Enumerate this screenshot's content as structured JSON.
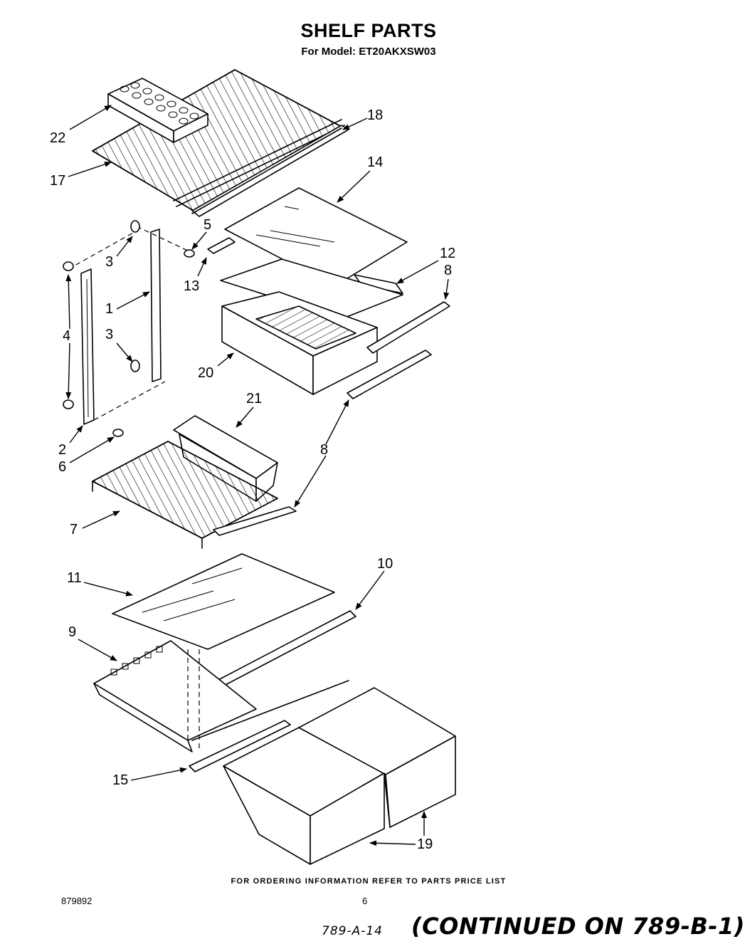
{
  "header": {
    "title": "SHELF PARTS",
    "subtitle": "For Model: ET20AKXSW03"
  },
  "callouts": [
    {
      "id": "22",
      "label": "22"
    },
    {
      "id": "17",
      "label": "17"
    },
    {
      "id": "18",
      "label": "18"
    },
    {
      "id": "14",
      "label": "14"
    },
    {
      "id": "5",
      "label": "5"
    },
    {
      "id": "3a",
      "label": "3"
    },
    {
      "id": "13",
      "label": "13"
    },
    {
      "id": "12",
      "label": "12"
    },
    {
      "id": "8a",
      "label": "8"
    },
    {
      "id": "1",
      "label": "1"
    },
    {
      "id": "4",
      "label": "4"
    },
    {
      "id": "3b",
      "label": "3"
    },
    {
      "id": "20",
      "label": "20"
    },
    {
      "id": "21",
      "label": "21"
    },
    {
      "id": "2",
      "label": "2"
    },
    {
      "id": "6",
      "label": "6"
    },
    {
      "id": "8b",
      "label": "8"
    },
    {
      "id": "7",
      "label": "7"
    },
    {
      "id": "10",
      "label": "10"
    },
    {
      "id": "11",
      "label": "11"
    },
    {
      "id": "9",
      "label": "9"
    },
    {
      "id": "15",
      "label": "15"
    },
    {
      "id": "19",
      "label": "19"
    }
  ],
  "footer": {
    "ordering_note": "FOR ORDERING INFORMATION REFER TO PARTS PRICE LIST",
    "doc_number": "879892",
    "page_number": "6",
    "handwritten_ref": "789-A-14",
    "continued_note": "(CONTINUED ON 789-B-1)"
  }
}
